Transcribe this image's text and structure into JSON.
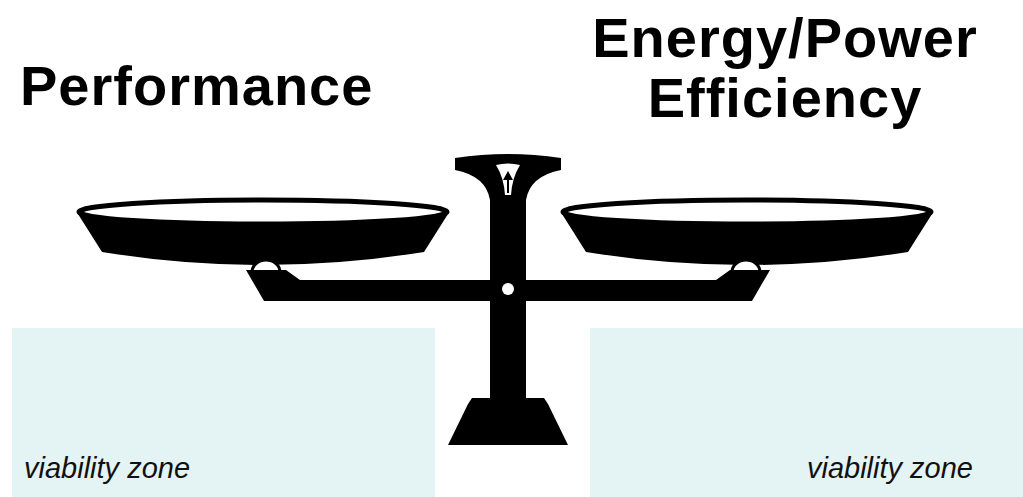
{
  "diagram": {
    "nodes": [
      {
        "text": [
          "viability zone"
        ]
      },
      {
        "text": [
          "viability zone"
        ]
      }
    ],
    "labels": [
      "Performance",
      "Energy/Power Efficiency"
    ]
  }
}
